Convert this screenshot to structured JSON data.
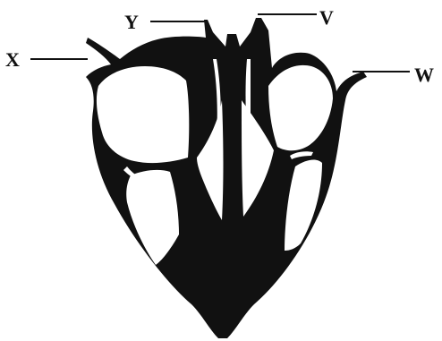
{
  "colors": {
    "background": "#ffffff",
    "wall": "#111111",
    "outline": "#111111"
  },
  "labels": {
    "x": "X",
    "y": "Y",
    "v": "V",
    "w": "W"
  }
}
